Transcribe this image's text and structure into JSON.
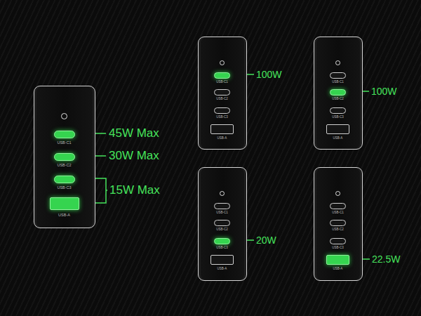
{
  "diagram": {
    "nodes": [
      {
        "text": [
          "USB-C1",
          "USB-C2",
          "USB-C3",
          "USB-A"
        ]
      },
      {
        "text": [
          "USB-C1",
          "USB-C2",
          "USB-C3",
          "USB-A"
        ]
      },
      {
        "text": [
          "USB-C1",
          "USB-C2",
          "USB-C3",
          "USB-A"
        ]
      },
      {
        "text": [
          "USB-C1",
          "USB-C2",
          "USB-C3",
          "USB-A"
        ]
      },
      {
        "text": [
          "USB-C1",
          "USB-C2",
          "USB-C3",
          "USB-A"
        ]
      }
    ],
    "labels": [
      "45W Max",
      "30W Max",
      "15W Max",
      "100W",
      "100W",
      "20W",
      "22.5W"
    ]
  }
}
